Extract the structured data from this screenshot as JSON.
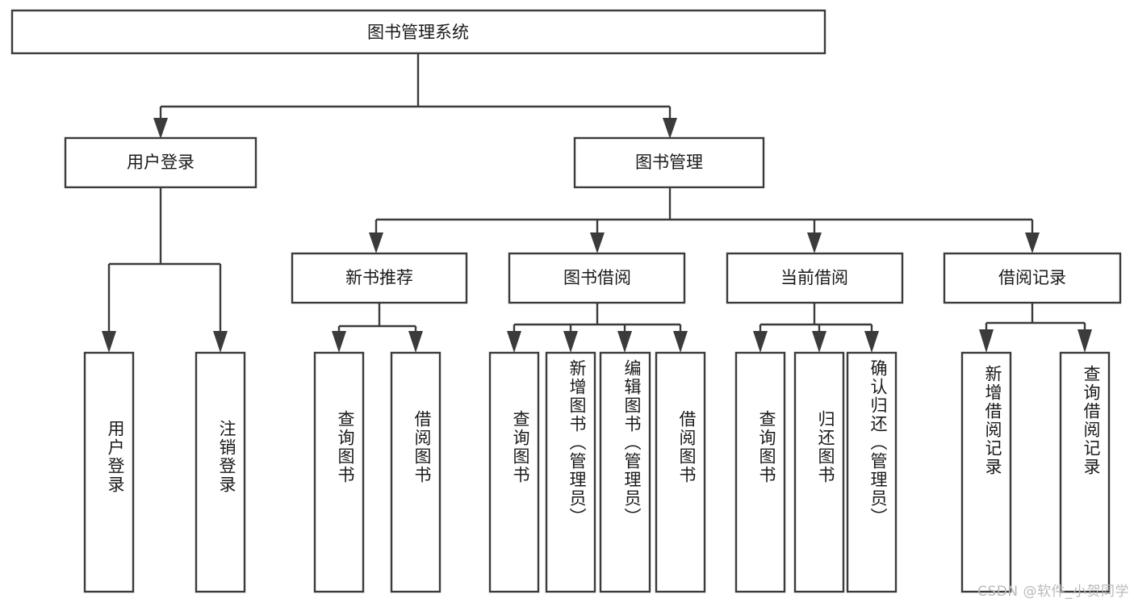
{
  "diagram": {
    "title_node": {
      "label": "图书管理系统"
    },
    "level2": [
      {
        "label": "用户登录"
      },
      {
        "label": "图书管理"
      }
    ],
    "level3": [
      {
        "label": "新书推荐"
      },
      {
        "label": "图书借阅"
      },
      {
        "label": "当前借阅"
      },
      {
        "label": "借阅记录"
      }
    ],
    "leaves": {
      "user_login": [
        {
          "label": "用户登录"
        },
        {
          "label": "注销登录"
        }
      ],
      "new_book_rec": [
        {
          "label": "查询图书"
        },
        {
          "label": "借阅图书"
        }
      ],
      "book_borrow": [
        {
          "label": "查询图书"
        },
        {
          "label": "新增图书（管理员）"
        },
        {
          "label": "编辑图书（管理员）"
        },
        {
          "label": "借阅图书"
        }
      ],
      "current_borrow": [
        {
          "label": "查询图书"
        },
        {
          "label": "归还图书"
        },
        {
          "label": "确认归还（管理员）"
        }
      ],
      "borrow_record": [
        {
          "label": "新增借阅记录"
        },
        {
          "label": "查询借阅记录"
        }
      ]
    }
  },
  "watermark": {
    "text": "CSDN @软件_小贺同学"
  },
  "colors": {
    "stroke": "#3b3b3b",
    "box_fill": "#ffffff",
    "text": "#1a1a1a",
    "watermark": "#b9b9b9",
    "background": "#ffffff"
  }
}
